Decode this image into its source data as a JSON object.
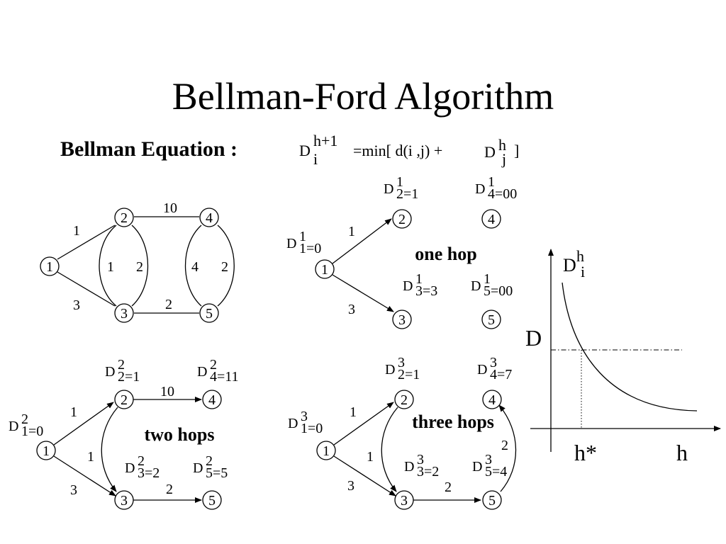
{
  "title": "Bellman-Ford Algorithm",
  "equation": {
    "label": "Bellman Equation :",
    "lhs_D": "D",
    "lhs_sup": "h+1",
    "lhs_sub": "i",
    "mid": "=min[ d(i ,j) + ",
    "rhs_D": "D",
    "rhs_sup": "h",
    "rhs_sub": "j",
    "close": "]"
  },
  "network": {
    "nodes": [
      "1",
      "2",
      "3",
      "4",
      "5"
    ],
    "edge_labels": {
      "n1_n2": "1",
      "n1_n3": "3",
      "n2_n4": "10",
      "n3_n5": "2",
      "n2_n3_left": "1",
      "n2_n3_right": "2",
      "n4_n5_left": "4",
      "n4_n5_right": "2"
    }
  },
  "one_hop": {
    "caption": "one hop",
    "labels": {
      "d1": {
        "D": "D",
        "sup": "1",
        "rest": "1=0"
      },
      "d2": {
        "D": "D",
        "sup": "1",
        "rest": "2=1"
      },
      "d3": {
        "D": "D",
        "sup": "1",
        "rest": "3=3"
      },
      "d4": {
        "D": "D",
        "sup": "1",
        "rest": "4=00"
      },
      "d5": {
        "D": "D",
        "sup": "1",
        "rest": "5=00"
      }
    },
    "edge_labels": {
      "n1_n2": "1",
      "n1_n3": "3"
    }
  },
  "two_hops": {
    "caption": "two hops",
    "labels": {
      "d1": {
        "D": "D",
        "sup": "2",
        "rest": "1=0"
      },
      "d2": {
        "D": "D",
        "sup": "2",
        "rest": "2=1"
      },
      "d3": {
        "D": "D",
        "sup": "2",
        "rest": "3=2"
      },
      "d4": {
        "D": "D",
        "sup": "2",
        "rest": "4=11"
      },
      "d5": {
        "D": "D",
        "sup": "2",
        "rest": "5=5"
      }
    },
    "edge_labels": {
      "n1_n2": "1",
      "n1_n3": "3",
      "n2_n3": "1",
      "n2_n4": "10",
      "n3_n5": "2"
    }
  },
  "three_hops": {
    "caption": "three hops",
    "labels": {
      "d1": {
        "D": "D",
        "sup": "3",
        "rest": "1=0"
      },
      "d2": {
        "D": "D",
        "sup": "3",
        "rest": "2=1"
      },
      "d3": {
        "D": "D",
        "sup": "3",
        "rest": "3=2"
      },
      "d4": {
        "D": "D",
        "sup": "3",
        "rest": "4=7"
      },
      "d5": {
        "D": "D",
        "sup": "3",
        "rest": "5=4"
      }
    },
    "edge_labels": {
      "n1_n2": "1",
      "n1_n3": "3",
      "n2_n3": "1",
      "n3_n5": "2",
      "n5_n4": "2"
    }
  },
  "graph": {
    "y_label": "D",
    "y_sup": "h",
    "y_sub": "i",
    "d_label": "D",
    "x_star": "h*",
    "x_label": "h"
  }
}
